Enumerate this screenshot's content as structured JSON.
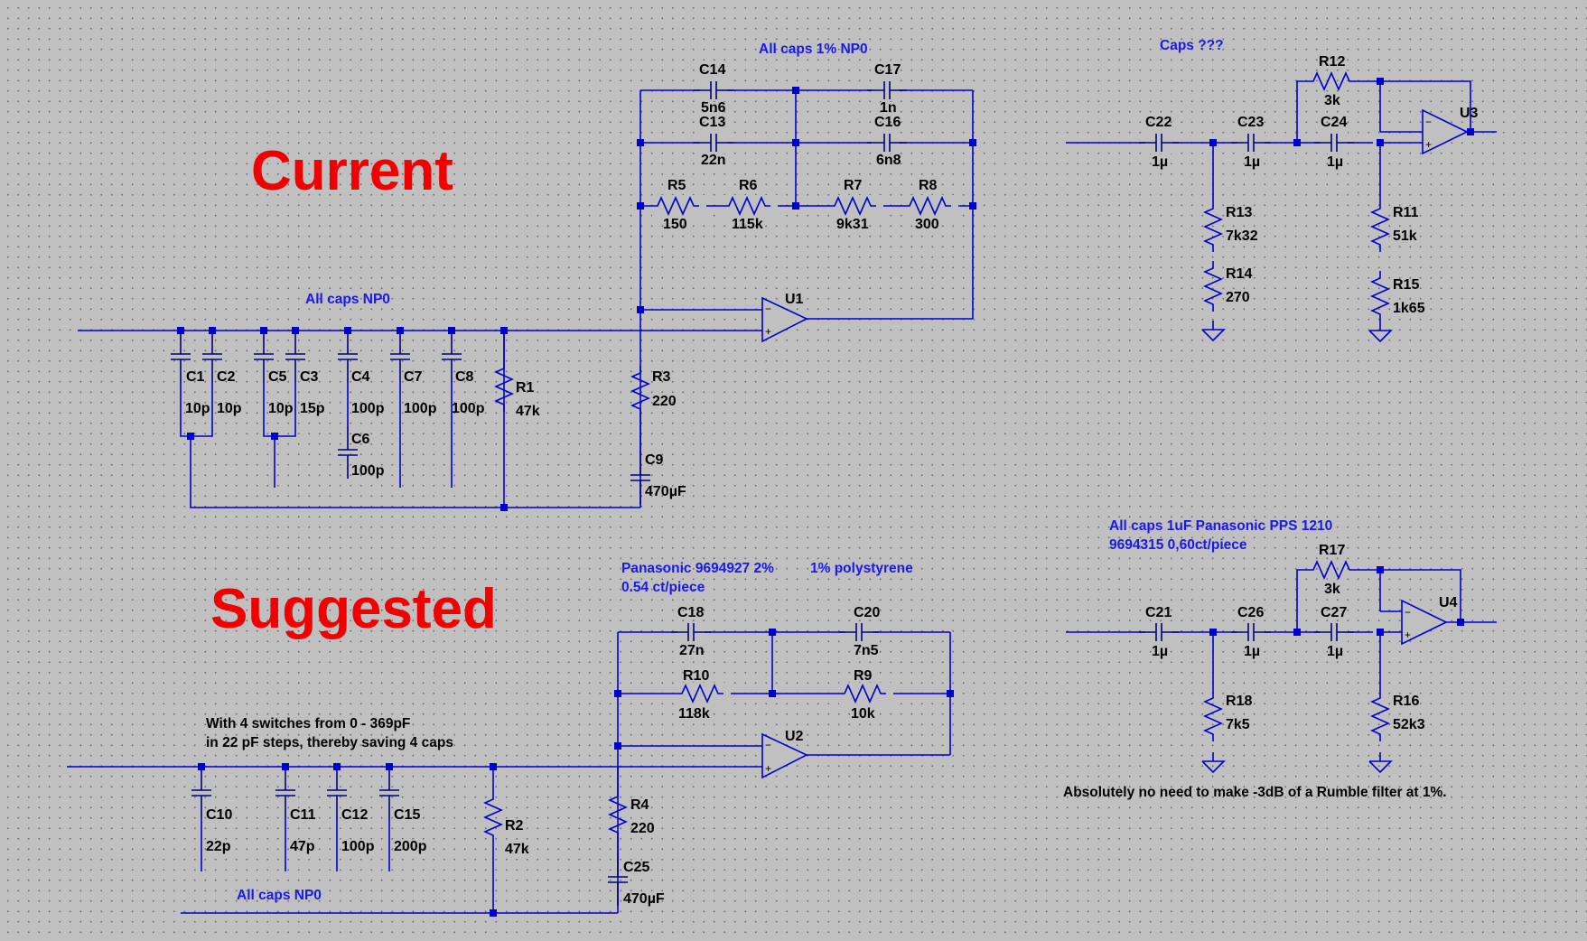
{
  "headings": {
    "current": "Current",
    "suggested": "Suggested"
  },
  "notes": {
    "all_caps_1pct_np0": "All caps 1% NP0",
    "caps_unknown": "Caps ???",
    "all_caps_np0_top": "All caps NP0",
    "panasonic_line1": "Panasonic 9694927 2%",
    "panasonic_line2": "0.54 ct/piece",
    "polystyrene": "1% polystyrene",
    "pps_line1": "All caps 1uF Panasonic PPS 1210",
    "pps_line2": "9694315  0,60ct/piece",
    "switches_line1": "With 4 switches from 0 - 369pF",
    "switches_line2": "in 22 pF steps, thereby saving 4 caps",
    "all_caps_np0_bottom": "All caps NP0",
    "rumble": "Absolutely no need to make -3dB of a Rumble filter at 1%."
  },
  "parts": {
    "C1": "C1",
    "C1v": "10p",
    "C2": "C2",
    "C2v": "10p",
    "C5": "C5",
    "C5v": "10p",
    "C3": "C3",
    "C3v": "15p",
    "C4": "C4",
    "C4v": "100p",
    "C6": "C6",
    "C6v": "100p",
    "C7": "C7",
    "C7v": "100p",
    "C8": "C8",
    "C8v": "100p",
    "R1": "R1",
    "R1v": "47k",
    "R3": "R3",
    "R3v": "220",
    "C9": "C9",
    "C9v": "470µF",
    "U1": "U1",
    "C14": "C14",
    "C14v": "5n6",
    "C17": "C17",
    "C17v": "1n",
    "C13": "C13",
    "C13v": "22n",
    "C16": "C16",
    "C16v": "6n8",
    "R5": "R5",
    "R5v": "150",
    "R6": "R6",
    "R6v": "115k",
    "R7": "R7",
    "R7v": "9k31",
    "R8": "R8",
    "R8v": "300",
    "R12": "R12",
    "R12v": "3k",
    "U3": "U3",
    "C22": "C22",
    "C22v": "1µ",
    "C23": "C23",
    "C23v": "1µ",
    "C24": "C24",
    "C24v": "1µ",
    "R13": "R13",
    "R13v": "7k32",
    "R14": "R14",
    "R14v": "270",
    "R11": "R11",
    "R11v": "51k",
    "R15": "R15",
    "R15v": "1k65",
    "C18": "C18",
    "C18v": "27n",
    "C20": "C20",
    "C20v": "7n5",
    "R10": "R10",
    "R10v": "118k",
    "R9": "R9",
    "R9v": "10k",
    "U2": "U2",
    "C10": "C10",
    "C10v": "22p",
    "C11": "C11",
    "C11v": "47p",
    "C12": "C12",
    "C12v": "100p",
    "C15": "C15",
    "C15v": "200p",
    "R2": "R2",
    "R2v": "47k",
    "R4": "R4",
    "R4v": "220",
    "C25": "C25",
    "C25v": "470µF",
    "R17": "R17",
    "R17v": "3k",
    "U4": "U4",
    "C21": "C21",
    "C21v": "1µ",
    "C26": "C26",
    "C26v": "1µ",
    "C27": "C27",
    "C27v": "1µ",
    "R18": "R18",
    "R18v": "7k5",
    "R16": "R16",
    "R16v": "52k3"
  },
  "colors": {
    "wire": "#0000cc",
    "note_text": "#1a1ae6",
    "heading": "#f00000",
    "background": "#c0c0c0"
  }
}
